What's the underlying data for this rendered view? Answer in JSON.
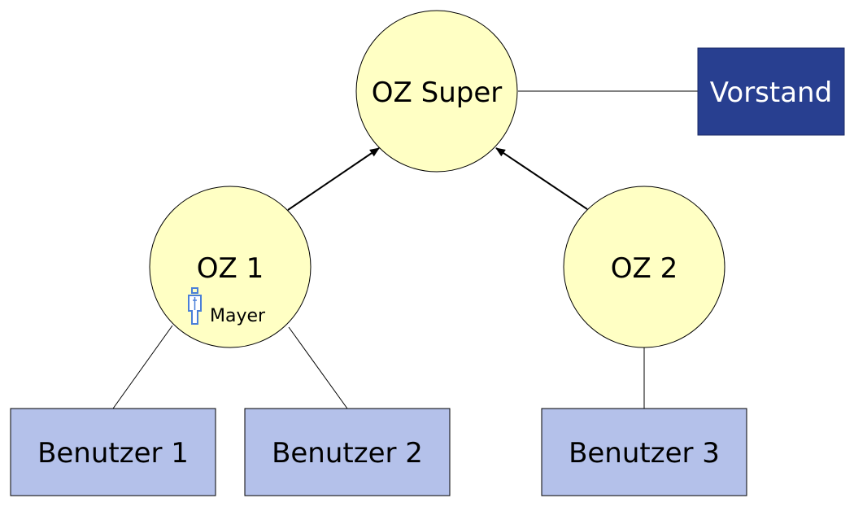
{
  "diagram": {
    "nodes": {
      "oz_super": "OZ Super",
      "oz_1": "OZ 1",
      "oz_2": "OZ 2",
      "vorstand": "Vorstand",
      "benutzer_1": "Benutzer 1",
      "benutzer_2": "Benutzer 2",
      "benutzer_3": "Benutzer 3"
    },
    "person": {
      "icon": "person-icon",
      "name": "Mayer"
    }
  },
  "colors": {
    "circle_fill": "#ffffc4",
    "circle_stroke": "#000000",
    "vorstand_fill": "#283f90",
    "vorstand_text": "#ffffff",
    "user_box_fill": "#b4c1ea",
    "person_icon": "#4a7fd8",
    "line": "#000000"
  }
}
